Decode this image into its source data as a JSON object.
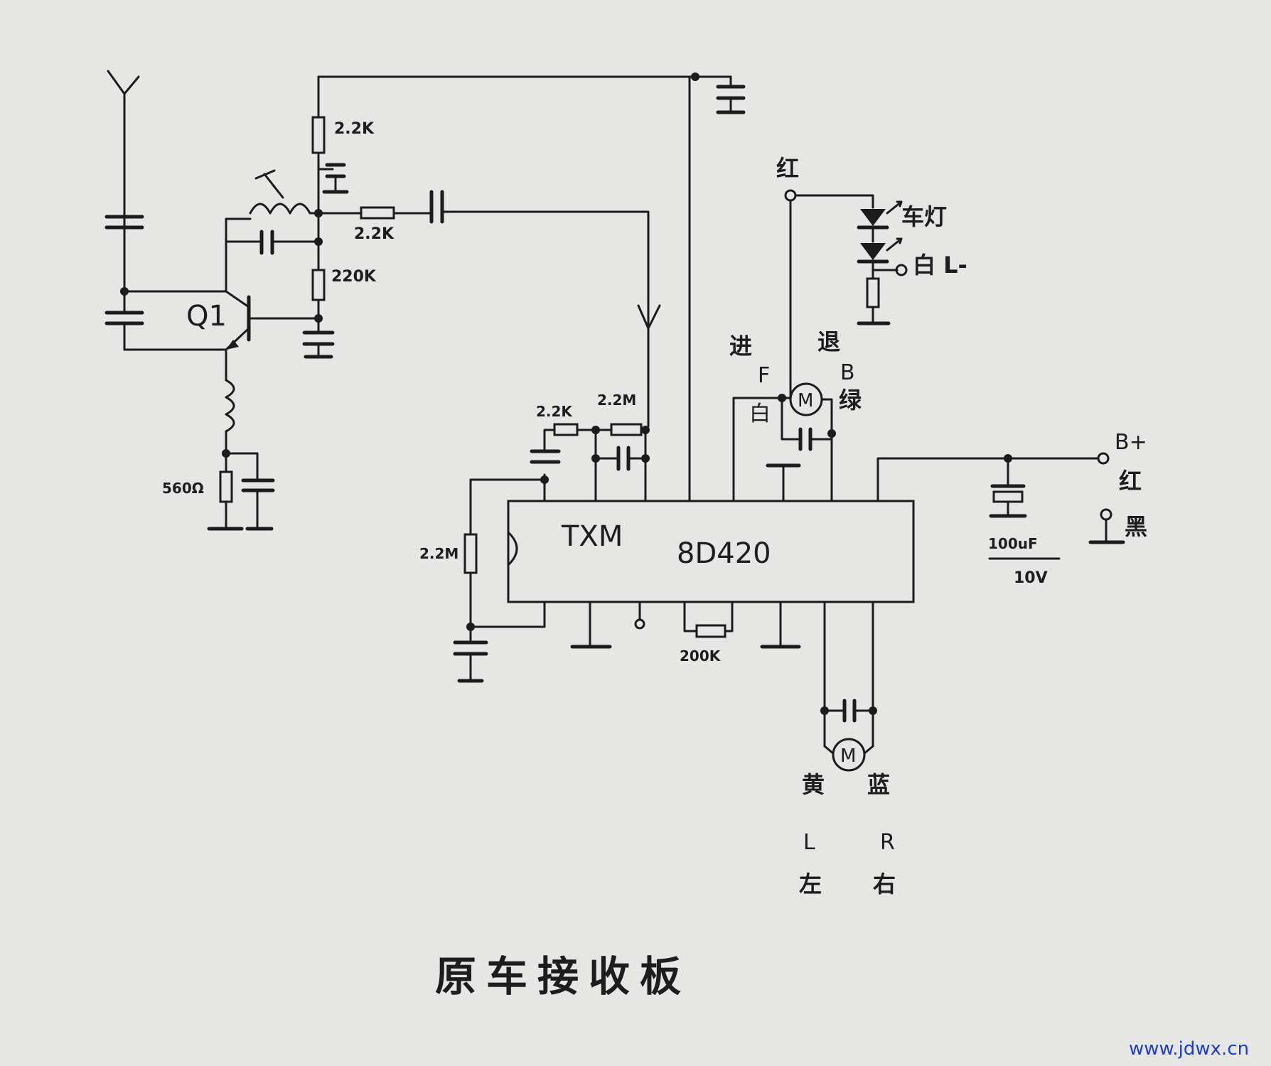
{
  "labels": {
    "r_top": "2.2K",
    "r_mid": "2.2K",
    "r_bias": "220K",
    "q1": "Q1",
    "r_emit": "560Ω",
    "r_fb1": "2.2K",
    "r_fb2": "2.2M",
    "r_left": "2.2M",
    "r_bottom": "200K",
    "chip_name1": "TXM",
    "chip_name2": "8D420",
    "cap_supply": "100uF",
    "cap_voltage": "10V"
  },
  "wires": {
    "red_top": "红",
    "car_light": "车灯",
    "white_l": "白 L-",
    "forward_cn": "进",
    "forward_en": "F",
    "forward_color": "白",
    "back_cn": "退",
    "back_en": "B",
    "back_color": "绿",
    "bplus": "B+",
    "bplus_color": "红",
    "black": "黑",
    "yellow": "黄",
    "left_en": "L",
    "left_cn": "左",
    "blue": "蓝",
    "right_en": "R",
    "right_cn": "右"
  },
  "motor_symbol": "M",
  "title": "原车接收板",
  "watermark": "www.jdwx.cn"
}
